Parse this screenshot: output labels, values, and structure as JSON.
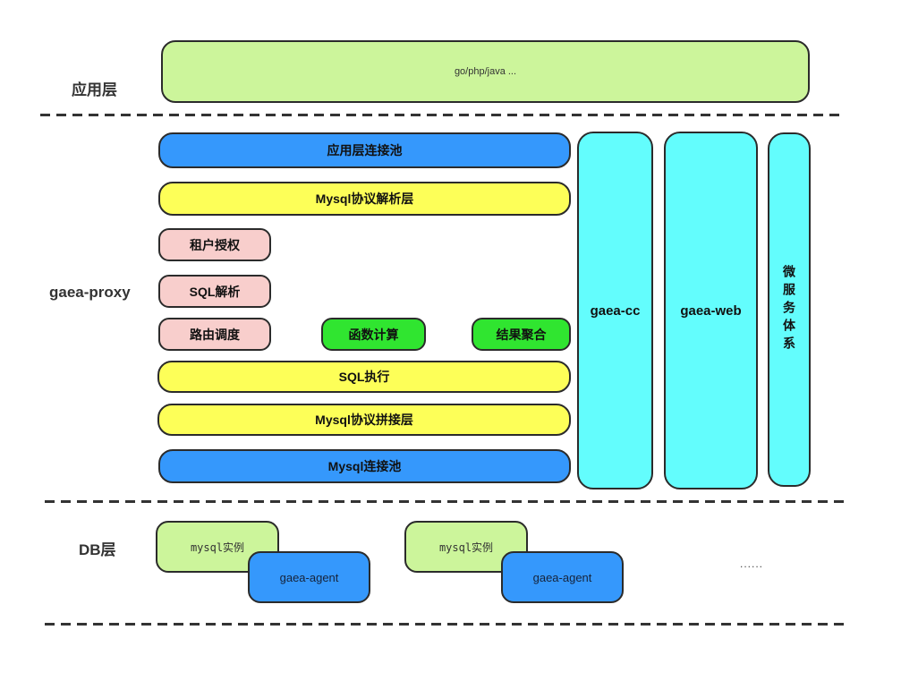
{
  "colors": {
    "blue": "#3598fc",
    "yellow": "#fdff58",
    "pink": "#f8cecc",
    "green": "#30e530",
    "cyan": "#63fdfd",
    "light_green": "#ccf59b",
    "border": "#2b2b2b"
  },
  "app": {
    "layer_label": "应用层",
    "box_label": "go/php/java ..."
  },
  "proxy": {
    "layer_label": "gaea-proxy",
    "rows": [
      {
        "label": "应用层连接池",
        "color": "blue"
      },
      {
        "label": "Mysql协议解析层",
        "color": "yellow"
      },
      {
        "label": "租户授权",
        "color": "pink"
      },
      {
        "label": "SQL解析",
        "color": "pink"
      },
      {
        "label": "路由调度",
        "color": "pink"
      },
      {
        "label": "函数计算",
        "color": "green"
      },
      {
        "label": "结果聚合",
        "color": "green"
      },
      {
        "label": "SQL执行",
        "color": "yellow"
      },
      {
        "label": "Mysql协议拼接层",
        "color": "yellow"
      },
      {
        "label": "Mysql连接池",
        "color": "blue"
      }
    ],
    "columns": [
      {
        "label": "gaea-cc",
        "color": "cyan"
      },
      {
        "label": "gaea-web",
        "color": "cyan"
      },
      {
        "label": "微服务体系",
        "color": "cyan"
      }
    ]
  },
  "db": {
    "layer_label": "DB层",
    "groups": [
      {
        "instance": "mysql实例",
        "agent": "gaea-agent"
      },
      {
        "instance": "mysql实例",
        "agent": "gaea-agent"
      }
    ],
    "ellipsis": "......"
  }
}
